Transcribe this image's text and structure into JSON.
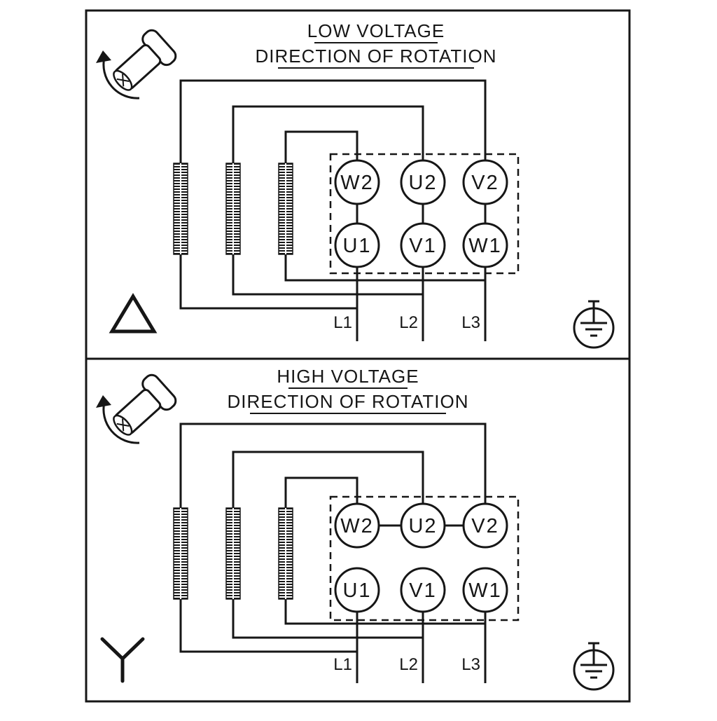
{
  "colors": {
    "ink": "#161616",
    "background": "#ffffff"
  },
  "panels": [
    {
      "id": "low-voltage",
      "title": "LOW VOLTAGE",
      "subtitle": "DIRECTION OF ROTATION",
      "connection_symbol": "delta",
      "terminals_top": [
        "W2",
        "U2",
        "V2"
      ],
      "terminals_bottom": [
        "U1",
        "V1",
        "W1"
      ],
      "supply_lines": [
        "L1",
        "L2",
        "L3"
      ]
    },
    {
      "id": "high-voltage",
      "title": "HIGH VOLTAGE",
      "subtitle": "DIRECTION OF ROTATION",
      "connection_symbol": "star",
      "terminals_top": [
        "W2",
        "U2",
        "V2"
      ],
      "terminals_bottom": [
        "U1",
        "V1",
        "W1"
      ],
      "supply_lines": [
        "L1",
        "L2",
        "L3"
      ]
    }
  ]
}
